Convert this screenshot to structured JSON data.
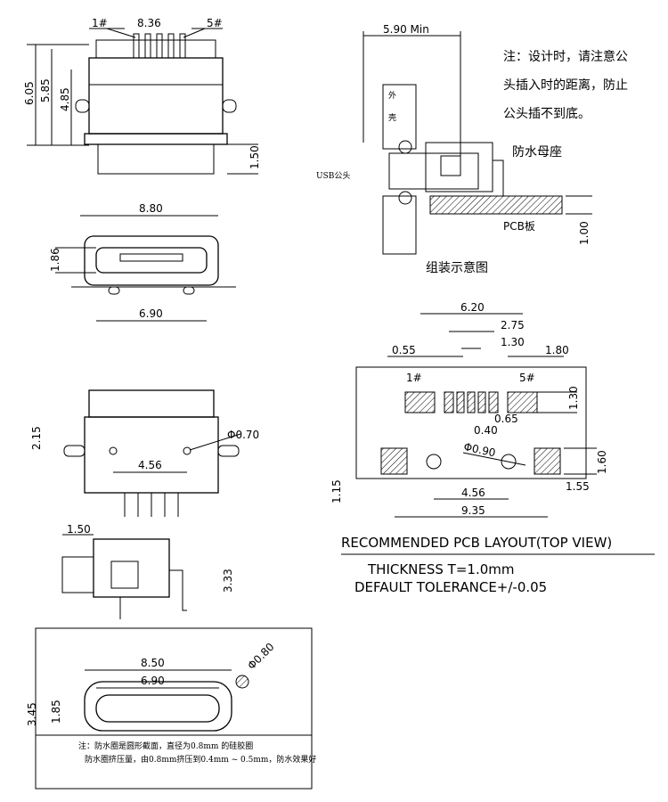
{
  "top_view": {
    "pin1": "1#",
    "pin5": "5#",
    "width": "8.36",
    "h1": "6.05",
    "h2": "5.85",
    "h3": "4.85",
    "foot": "1.50"
  },
  "front_view": {
    "outer": "8.80",
    "height": "1.86",
    "inner": "6.90"
  },
  "bottom_view": {
    "height": "2.15",
    "pitch": "4.56",
    "hole": "Φ0.70"
  },
  "side_view": {
    "offset": "1.50",
    "height": "3.33"
  },
  "panel_cutout": {
    "outer": "8.50",
    "inner": "6.90",
    "h_outer": "3.45",
    "h_inner": "1.85",
    "hole": "Φ0.80",
    "note1": "注：防水圈是圆形截面，直径为0.8mm 的硅胶圈",
    "note2": "防水圈挤压量，由0.8mm挤压到0.4mm  ~  0.5mm，防水效果好"
  },
  "assembly": {
    "min_distance": "5.90  Min",
    "note_lines": [
      "注：设计时，请注意公",
      "头插入时的距离，防止",
      "公头插不到底。"
    ],
    "receptacle": "防水母座",
    "plug": "USB公头",
    "shell_1": "外",
    "shell_2": "壳",
    "pcb": "PCB板",
    "pcb_thickness": "1.00",
    "caption": "组装示意图"
  },
  "pcb_layout": {
    "d620": "6.20",
    "d275": "2.75",
    "d130": "1.30",
    "d055": "0.55",
    "d180": "1.80",
    "pin1": "1#",
    "pin5": "5#",
    "pad_h": "1.30",
    "d065": "0.65",
    "d040": "0.40",
    "hole": "Φ0.90",
    "d160": "1.60",
    "d115": "1.15",
    "d155": "1.55",
    "d456": "4.56",
    "d935": "9.35",
    "title": "RECOMMENDED  PCB  LAYOUT(TOP  VIEW)",
    "thickness": "THICKNESS  T=1.0mm",
    "tolerance": "DEFAULT  TOLERANCE+/-0.05"
  }
}
